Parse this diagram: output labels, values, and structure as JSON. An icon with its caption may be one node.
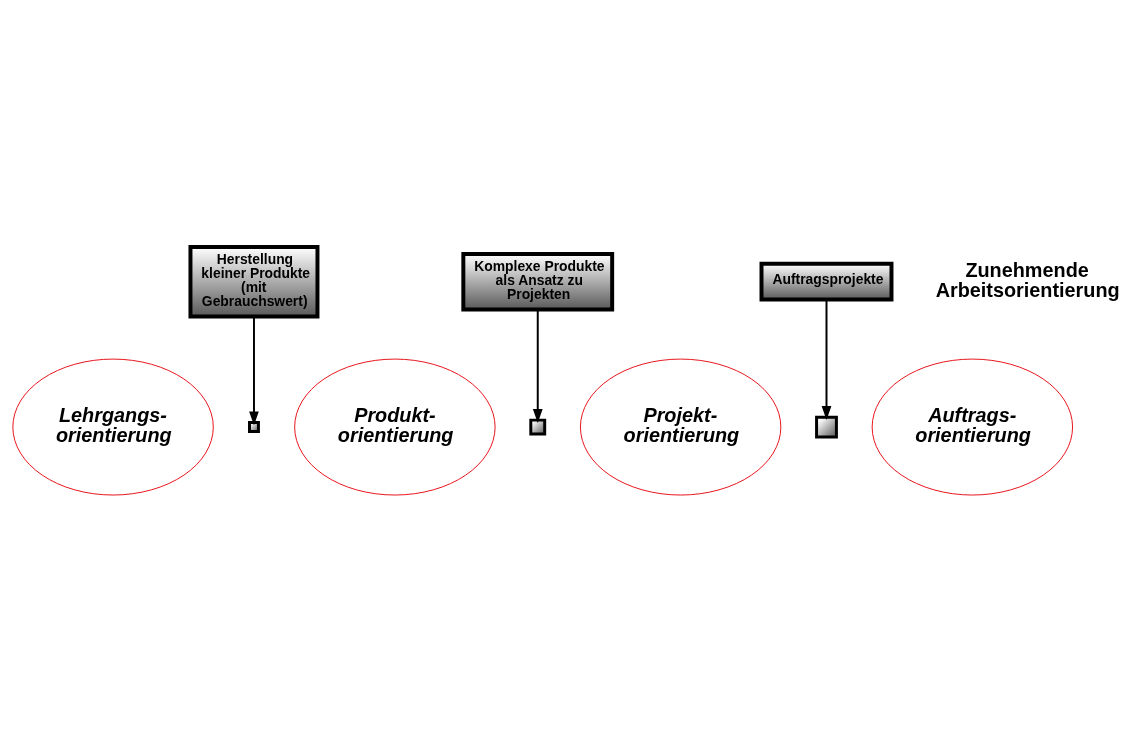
{
  "diagram": {
    "nodes": [
      {
        "text": [
          "Lehrgangs- orientierung"
        ]
      },
      {
        "text": [
          "Produkt- orientierung"
        ]
      },
      {
        "text": [
          "Projekt- orientierung"
        ]
      },
      {
        "text": [
          "Auftrags- orientierung"
        ]
      },
      {
        "text": [
          "Herstellung kleiner Produkte (mit Gebrauchswert)"
        ]
      },
      {
        "text": [
          "Komplexe Produkte als Ansatz zu Projekten"
        ]
      },
      {
        "text": [
          "Auftragsprojekte"
        ]
      },
      {
        "text": [],
        "shape": "box"
      },
      {
        "text": [],
        "shape": "box"
      },
      {
        "text": [],
        "shape": "box"
      }
    ],
    "edges": [
      {
        "from": 4,
        "to": 7,
        "arrow": "to"
      },
      {
        "from": 5,
        "to": 8,
        "arrow": "to"
      },
      {
        "from": 6,
        "to": 9,
        "arrow": "to"
      }
    ],
    "labels": [
      "Zunehmende Arbeitsorientierung"
    ]
  }
}
